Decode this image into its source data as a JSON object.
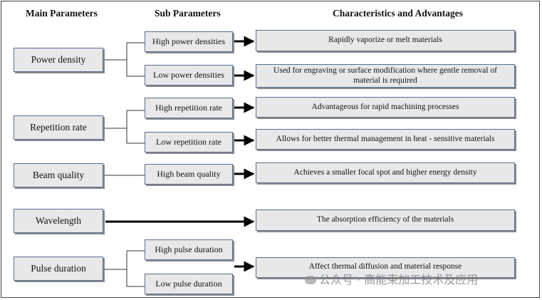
{
  "headers": {
    "main": "Main Parameters",
    "sub": "Sub Parameters",
    "characteristics": "Characteristics  and Advantages"
  },
  "main_parameters": [
    {
      "label": "Power density"
    },
    {
      "label": "Repetition rate"
    },
    {
      "label": "Beam quality"
    },
    {
      "label": "Wavelength"
    },
    {
      "label": "Pulse duration"
    }
  ],
  "sub_parameters": [
    {
      "label": "High power densities"
    },
    {
      "label": "Low power densities"
    },
    {
      "label": "High repetition rate"
    },
    {
      "label": "Low repetition rate"
    },
    {
      "label": "High beam quality"
    },
    {
      "label": "High pulse duration"
    },
    {
      "label": "Low pulse duration"
    }
  ],
  "characteristics": [
    {
      "label": "Rapidly vaporize or melt materials"
    },
    {
      "label": "Used for engraving  or surface modification where gentle removal of material  is required"
    },
    {
      "label": "Advantageous for rapid machining processes"
    },
    {
      "label": "Allows for better thermal management in heat - sensitive materials"
    },
    {
      "label": "Achieves a smaller focal spot and higher energy density"
    },
    {
      "label": "The absorption efficiency of the materials"
    },
    {
      "label": "Affect thermal diffusion and material response"
    }
  ],
  "watermark": "公众号 · 高能束加工技术及应用"
}
